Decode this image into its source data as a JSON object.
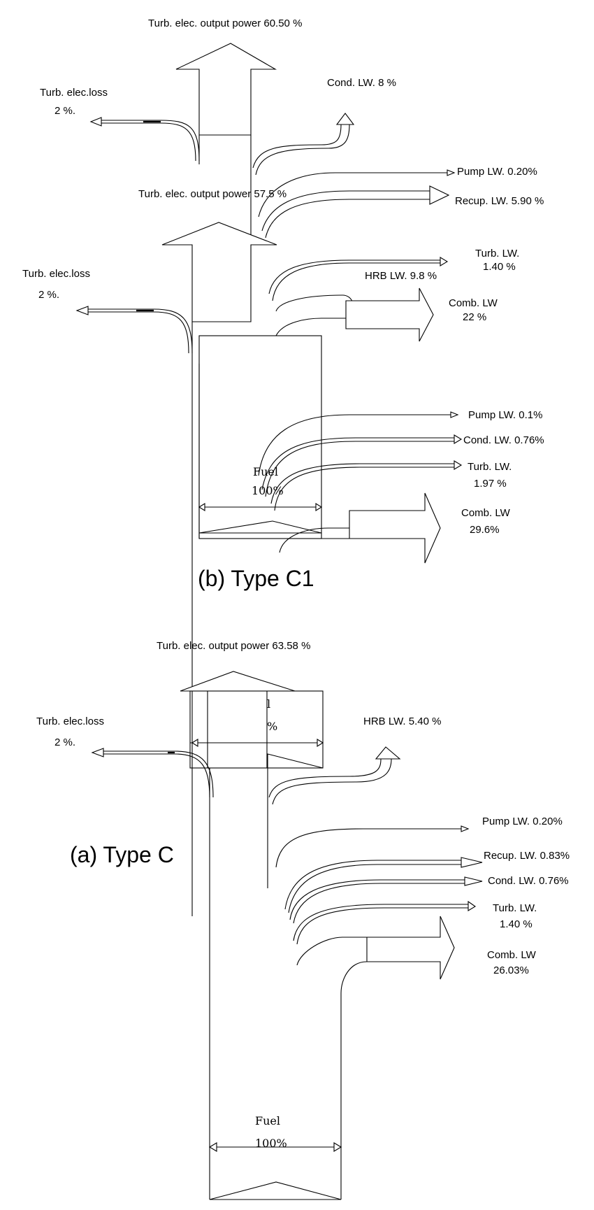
{
  "diagram_c1": {
    "caption": "(b) Type C1",
    "output_power": "Turb. elec. output power 60.50 %",
    "elec_loss_label": "Turb. elec.loss",
    "elec_loss_value": "2 %.",
    "cond_lw": "Cond. LW. 8 %",
    "pump_lw": "Pump LW. 0.20%",
    "recup_lw": "Recup. LW. 5.90 %",
    "turb_lw_label": "Turb. LW.",
    "turb_lw_value": "1.40 %",
    "hrb_lw": "HRB LW. 9.8 %",
    "comb_lw_label": "Comb. LW",
    "comb_lw_value": "22 %"
  },
  "diagram_mid": {
    "output_power": "Turb. elec. output power 57.5 %",
    "elec_loss_label": "Turb. elec.loss",
    "elec_loss_value": "2 %.",
    "pump_lw": "Pump LW. 0.1%",
    "cond_lw": "Cond. LW. 0.76%",
    "turb_lw_label": "Turb. LW.",
    "turb_lw_value": "1.97 %",
    "comb_lw_label": "Comb. LW",
    "comb_lw_value": "29.6%",
    "fuel_label": "Fuel",
    "fuel_value": "100%"
  },
  "diagram_c": {
    "caption": "(a) Type C",
    "output_power": "Turb. elec. output power 63.58 %",
    "elec_loss_label": "Turb. elec.loss",
    "elec_loss_value": "2 %.",
    "hrb_lw": "HRB LW. 5.40 %",
    "pump_lw": "Pump LW. 0.20%",
    "recup_lw": "Recup. LW. 0.83%",
    "cond_lw": "Cond. LW. 0.76%",
    "turb_lw_label": "Turb. LW.",
    "turb_lw_value": "1.40 %",
    "comb_lw_label": "Comb. LW",
    "comb_lw_value": "26.03%",
    "fuel_label": "Fuel",
    "fuel_value": "100%",
    "overlap_fragment_1": "l",
    "overlap_fragment_2": "%"
  }
}
